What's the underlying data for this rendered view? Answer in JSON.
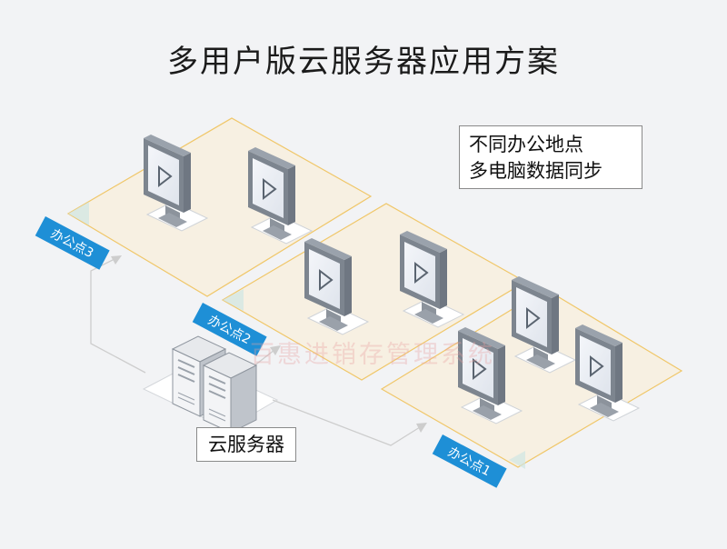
{
  "title": "多用户版云服务器应用方案",
  "note": {
    "line1": "不同办公地点",
    "line2": "多电脑数据同步"
  },
  "server_label": "云服务器",
  "offices": [
    {
      "label": "办公点3"
    },
    {
      "label": "办公点2"
    },
    {
      "label": "办公点1"
    }
  ],
  "watermark": "百惠进销存管理系统",
  "colors": {
    "background": "#f2f3f5",
    "platform_fill": "#f7f0e2",
    "platform_border": "#f0c76a",
    "label_blue": "#1e8fd6",
    "connector": "#cfcfcf"
  },
  "icons": {
    "monitor": "monitor-play-icon",
    "server": "server-tower-icon"
  }
}
